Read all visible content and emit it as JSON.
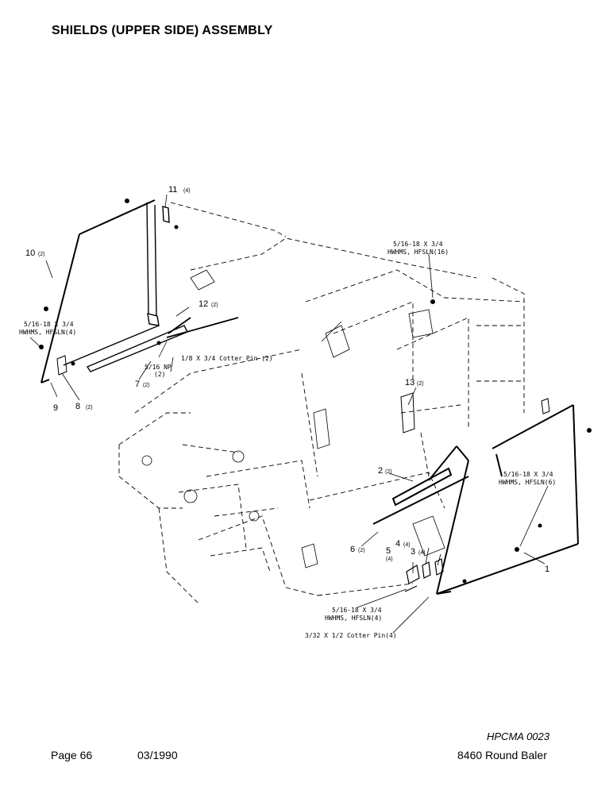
{
  "title": "SHIELDS (UPPER SIDE) ASSEMBLY",
  "callouts": {
    "c11": "11",
    "c11q": "(4)",
    "c10": "10",
    "c10q": "(2)",
    "c12": "12",
    "c12q": "(2)",
    "c7": "7",
    "c7q": "(2)",
    "c9": "9",
    "c8": "8",
    "c8q": "(2)",
    "c13": "13",
    "c13q": "(2)",
    "c2": "2",
    "c2q": "(2)",
    "c6": "6",
    "c6q": "(2)",
    "c5": "5",
    "c5q": "(4)",
    "c4": "4",
    "c4q": "(4)",
    "c3": "3",
    "c3q": "(4)",
    "c1": "1"
  },
  "notes": {
    "hw_left_1": "5/16-18 X 3/4",
    "hw_left_2": "HWHMS, HFSLN(4)",
    "cotter_1_8": "1/8 X 3/4 Cotter Pin (2)",
    "np_1": "5/16 NP",
    "np_2": "(2)",
    "hw_top_1": "5/16-18 X 3/4",
    "hw_top_2": "HWHMS, HFSLN(16)",
    "hw_right_1": "5/16-18 X 3/4",
    "hw_right_2": "HWHMS, HFSLN(6)",
    "hw_bottom_1": "5/16-18 X 3/4",
    "hw_bottom_2": "HWHMS, HFSLN(4)",
    "cotter_3_32": "3/32 X 1/2 Cotter Pin(4)"
  },
  "footer": {
    "doc_id": "HPCMA 0023",
    "page": "Page 66",
    "date": "03/1990",
    "model": "8460 Round Baler"
  }
}
